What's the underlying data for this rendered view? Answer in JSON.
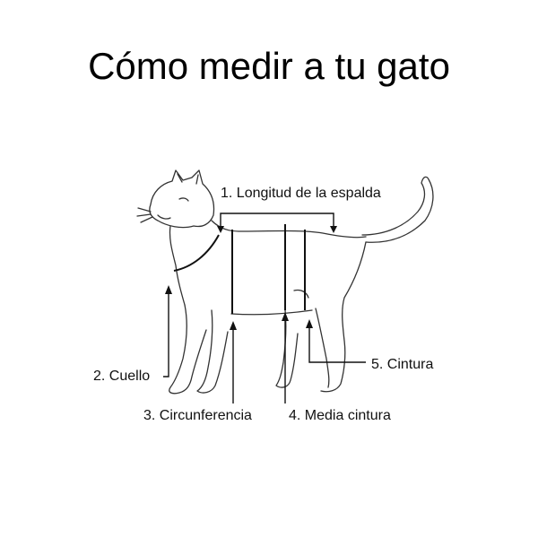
{
  "title": "Cómo medir a tu gato",
  "labels": {
    "back_length": "1. Longitud de la espalda",
    "neck": "2. Cuello",
    "circumference": "3. Circunferencia",
    "mid_waist": "4. Media cintura",
    "waist": "5. Cintura"
  },
  "colors": {
    "ink": "#000000",
    "line": "#222222",
    "background": "#ffffff"
  }
}
